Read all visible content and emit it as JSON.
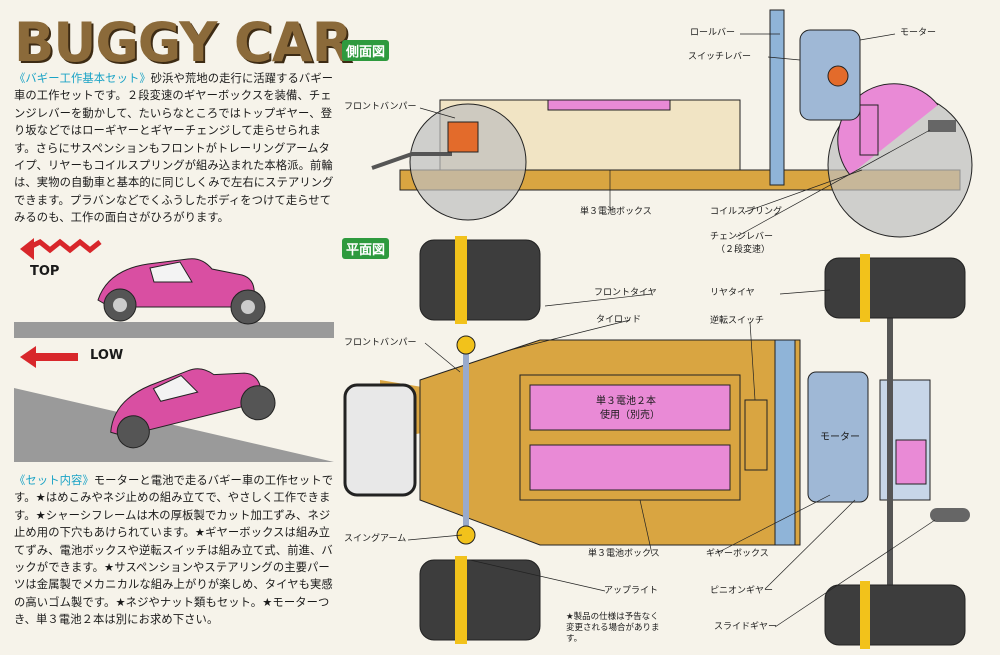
{
  "title": "BUGGY CAR",
  "intro": {
    "tag": "《バギー工作基本セット》",
    "text": "砂浜や荒地の走行に活躍するバギー車の工作セットです。２段変速のギヤーボックスを装備、チェンジレバーを動かして、たいらなところではトップギヤー、登り坂などではローギヤーとギヤーチェンジして走らせられます。さらにサスペンションもフロントがトレーリングアームタイプ、リヤーもコイルスプリングが組み込まれた本格派。前輪は、実物の自動車と基本的に同じしくみで左右にステアリングできます。プラバンなどでくふうしたボディをつけて走らせてみるのも、工作の面白さがひろがります。"
  },
  "modes": {
    "top": "TOP",
    "low": "LOW"
  },
  "set_contents": {
    "tag": "《セット内容》",
    "text": "モーターと電池で走るバギー車の工作セットです。★はめこみやネジ止めの組み立てで、やさしく工作できます。★シャーシフレームは木の厚板製でカット加工ずみ、ネジ止め用の下穴もあけられています。★ギヤーボックスは組み立てずみ、電池ボックスや逆転スイッチは組み立て式、前進、バックができます。★サスペンションやステアリングの主要パーツは金属製でメカニカルな組み上がりが楽しめ、タイヤも実感の高いゴム製です。★ネジやナット類もセット。★モーターつき、単３電池２本は別にお求め下さい。"
  },
  "side_view": {
    "heading": "側面図",
    "labels": {
      "roll_bar": "ロールバー",
      "motor": "モーター",
      "switch_lever": "スイッチレバー",
      "front_bumper": "フロントバンパー",
      "battery_box": "単３電池ボックス",
      "coil_spring": "コイルスプリング",
      "change_lever": "チェンジレバー",
      "change_lever_sub": "（２段変速）"
    }
  },
  "plan_view": {
    "heading": "平面図",
    "labels": {
      "front_tire": "フロントタイヤ",
      "rear_tire": "リヤタイヤ",
      "tie_rod": "タイロッド",
      "reverse_switch": "逆転スイッチ",
      "front_bumper": "フロントバンパー",
      "battery_line1": "単３電池２本",
      "battery_line2": "使用（別売）",
      "motor": "モーター",
      "swing_arm": "スイングアーム",
      "battery_box": "単３電池ボックス",
      "gearbox": "ギヤーボックス",
      "upright": "アップライト",
      "pinion_gear": "ピニオンギヤー",
      "slide_gear": "スライドギヤー"
    }
  },
  "note": "★製品の仕様は予告なく変更される場合があります。",
  "colors": {
    "frame": "#d9a541",
    "battery": "#e98ad6",
    "tire": "#3d3d3d",
    "rim": "#f2c21b",
    "metal": "#8fb4d8",
    "heading": "#2e9a3e",
    "title": "#8b6a3a"
  }
}
